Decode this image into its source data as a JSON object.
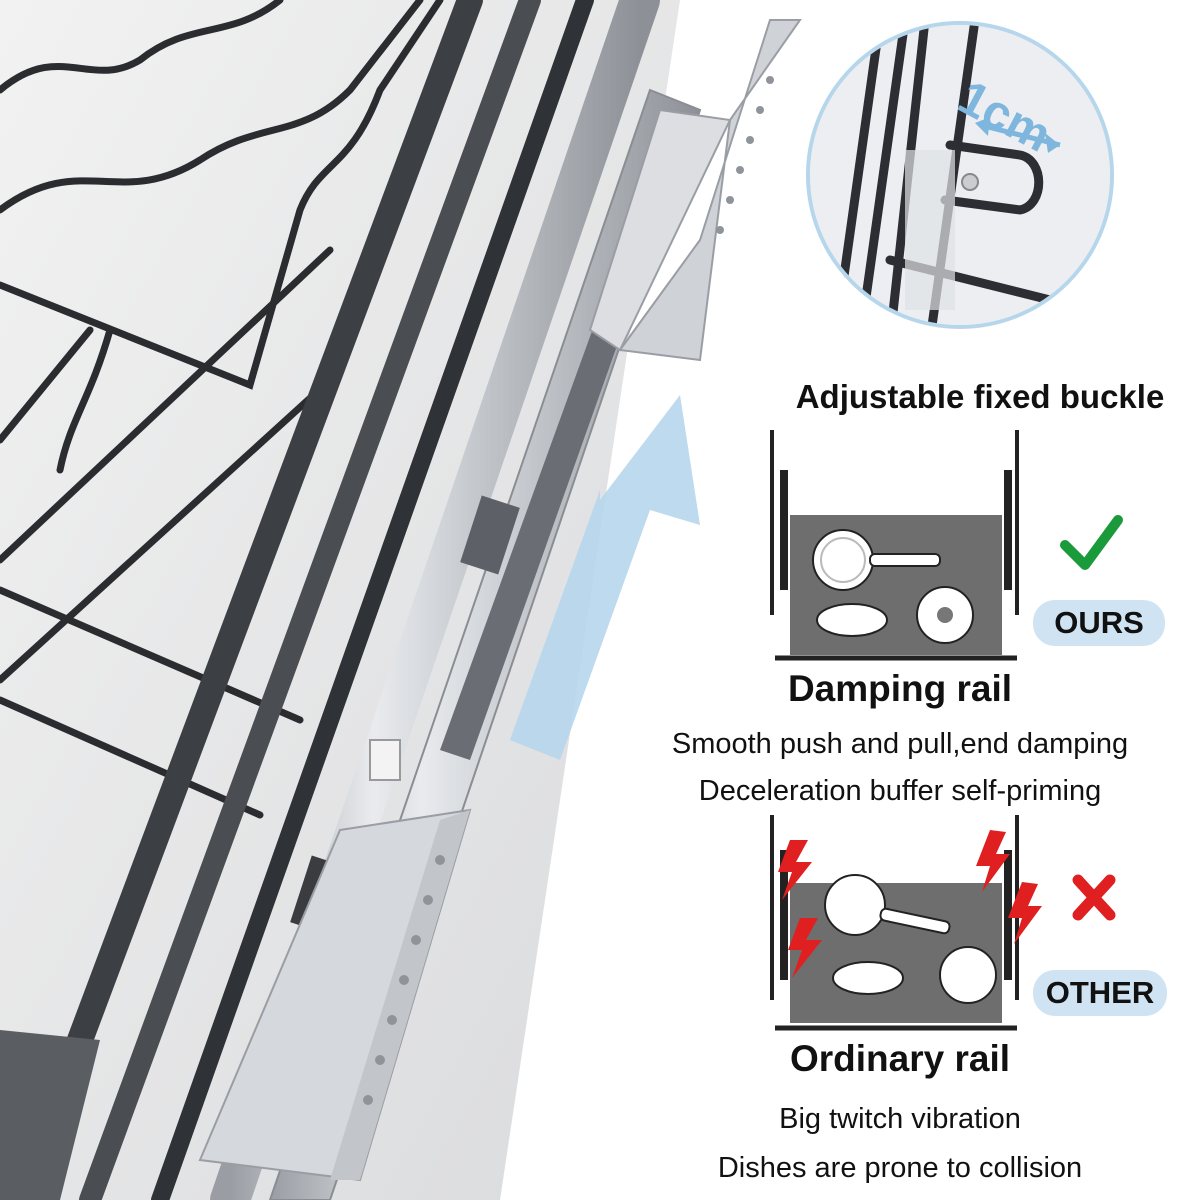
{
  "callout": {
    "measurement": "1cm",
    "title": "Adjustable fixed buckle"
  },
  "comparison": {
    "ours": {
      "badge": "OURS",
      "title": "Damping rail",
      "lines": [
        "Smooth push and pull,end damping",
        "Deceleration buffer self-priming"
      ],
      "mark": "check-icon",
      "mark_color": "#1a9a3a"
    },
    "other": {
      "badge": "OTHER",
      "title": "Ordinary rail",
      "lines": [
        "Big twitch vibration",
        "Dishes are prone to collision"
      ],
      "mark": "x-icon",
      "mark_color": "#e02020"
    }
  },
  "colors": {
    "arrow": "#b6d6ec",
    "badge_bg": "#cfe3f3",
    "lightning": "#e02020",
    "drawer": "#6e6e6e"
  }
}
